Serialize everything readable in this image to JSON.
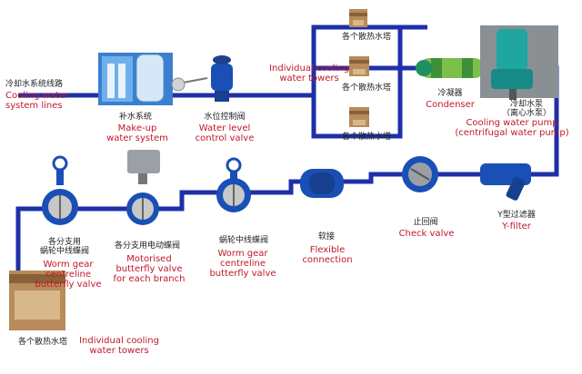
{
  "colors": {
    "pipe": "#1f2fa8",
    "label_red": "#c0182a",
    "label_black": "#222222",
    "valve_blue": "#1a4fb5",
    "tower_brown": "#b78b5a",
    "pump_teal": "#1fa6a0",
    "condenser_green": "#7cc04a"
  },
  "labels": {
    "cooling_lines_zh": "冷却水系统线路",
    "cooling_lines_en": "Cooling water\nsystem lines",
    "makeup_zh": "补水系统",
    "makeup_en": "Make-up\nwater system",
    "level_valve_zh": "水位控制阀",
    "level_valve_en": "Water level\ncontrol valve",
    "towers_top_en": "Individual cooling\nwater towers",
    "tower_zh": "各个散热水塔",
    "condenser_zh": "冷凝器",
    "condenser_en": "Condenser",
    "pump_zh": "冷却水泵\n（离心水泵）",
    "pump_en": "Cooling water pump\n(centrifugal water pump)",
    "gear_branch_zh": "各分支用\n蜗轮中线蝶阀",
    "gear_branch_en": "Worm gear\ncentreline\nbutterfly valve",
    "motor_zh": "各分支用电动蝶阀",
    "motor_en": "Motorised\nbutterfly valve\nfor each branch",
    "gear_main_zh": "蜗轮中线蝶阀",
    "gear_main_en": "Worm gear\ncentreline\nbutterfly valve",
    "flex_zh": "软接",
    "flex_en": "Flexible\nconnection",
    "check_zh": "止回阀",
    "check_en": "Check valve",
    "yfilter_zh": "Y型过滤器",
    "yfilter_en": "Y-filter",
    "tower_bottom_zh": "各个散热水塔",
    "towers_bottom_en": "Individual cooling\nwater towers"
  },
  "icons": {
    "makeup": "makeup-water-system-icon",
    "level_valve": "float-level-valve-icon",
    "tower": "cooling-tower-icon",
    "condenser": "condenser-icon",
    "pump": "centrifugal-pump-icon",
    "gear_valve": "worm-gear-butterfly-valve-icon",
    "motor_valve": "motorised-butterfly-valve-icon",
    "flex": "flexible-joint-icon",
    "check_valve": "check-valve-icon",
    "yfilter": "y-filter-icon"
  }
}
